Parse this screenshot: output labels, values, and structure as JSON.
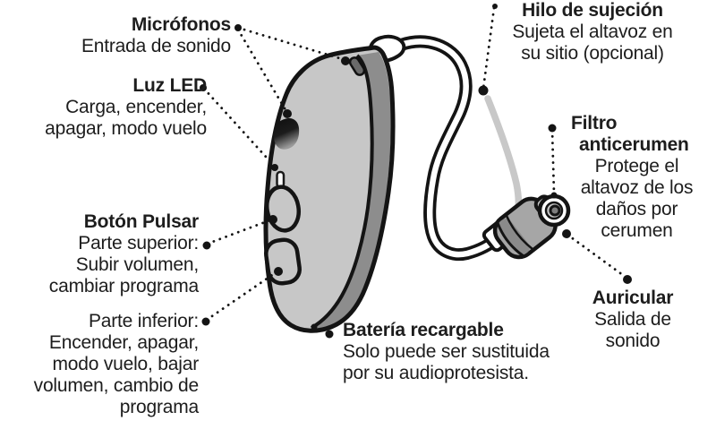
{
  "figure": {
    "background": "#ffffff",
    "text_color": "#1d1d1d",
    "outline_color": "#141414",
    "device_colors": {
      "body_front": "#c7c7c7",
      "body_side": "#8d8d8d",
      "wire_fill": "#ffffff",
      "retention_wire": "#c8c8c8",
      "earpiece_body": "#a6a6a6"
    }
  },
  "labels": {
    "microphones": {
      "title": "Micrófonos",
      "lines": [
        "Entrada de sonido"
      ]
    },
    "led": {
      "title": "Luz LED",
      "lines": [
        "Carga, encender,",
        "apagar, modo vuelo"
      ]
    },
    "push_button": {
      "title": "Botón Pulsar",
      "lines": [
        "Parte superior:",
        "Subir volumen,",
        "cambiar programa"
      ]
    },
    "lower_part": {
      "lines": [
        "Parte inferior:",
        "Encender, apagar,",
        "modo vuelo, bajar",
        "volumen, cambio de",
        "programa"
      ]
    },
    "retention_wire": {
      "title": "Hilo de sujeción",
      "lines": [
        "Sujeta el altavoz en",
        "su sitio (opcional)"
      ]
    },
    "wax_filter": {
      "title_lines": [
        "Filtro",
        "anticerumen"
      ],
      "lines": [
        "Protege el",
        "altavoz de los",
        "daños por",
        "cerumen"
      ]
    },
    "receiver": {
      "title": "Auricular",
      "lines": [
        "Salida de",
        "sonido"
      ]
    },
    "battery": {
      "title": "Batería recargable",
      "lines": [
        "Solo puede ser sustituida",
        "por su audioprotesista."
      ]
    }
  }
}
